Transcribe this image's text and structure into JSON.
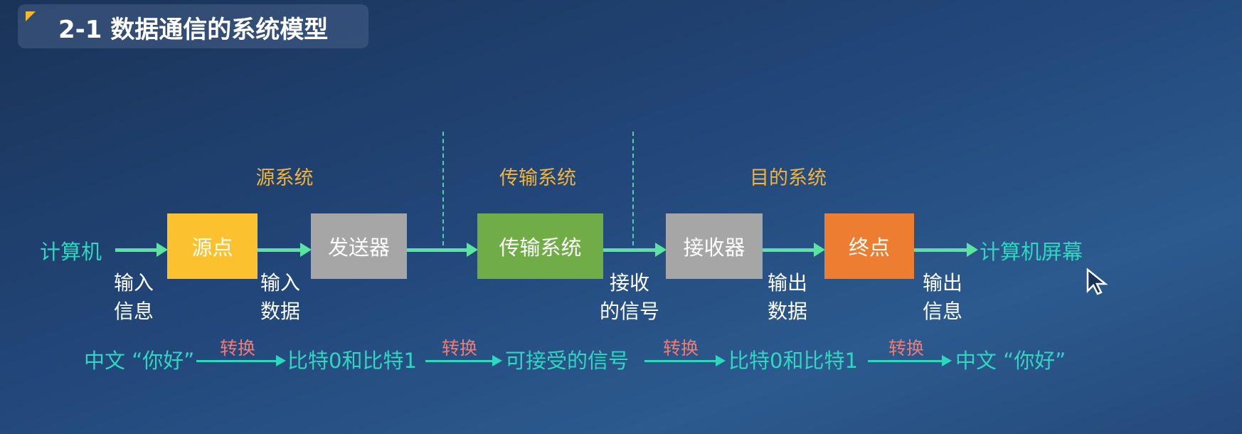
{
  "title": "2-1 数据通信的系统模型",
  "sections": [
    "源系统",
    "传输系统",
    "目的系统"
  ],
  "start": "计算机",
  "end": "计算机屏幕",
  "boxes": [
    {
      "label": "源点",
      "color": "#fbc12e"
    },
    {
      "label": "发送器",
      "color": "#a6a6a6"
    },
    {
      "label": "传输系统",
      "color": "#70ad47"
    },
    {
      "label": "接收器",
      "color": "#a6a6a6"
    },
    {
      "label": "终点",
      "color": "#ed7d31"
    }
  ],
  "labels": [
    {
      "l1": "输入",
      "l2": "信息"
    },
    {
      "l1": "输入",
      "l2": "数据"
    },
    {
      "l1": "接收",
      "l2": "的信号"
    },
    {
      "l1": "输出",
      "l2": "数据"
    },
    {
      "l1": "输出",
      "l2": "信息"
    }
  ],
  "bottom": {
    "items": [
      "中文 “你好”",
      "比特0和比特1",
      "可接受的信号",
      "比特0和比特1",
      "中文 “你好”"
    ],
    "convert": "转换"
  }
}
